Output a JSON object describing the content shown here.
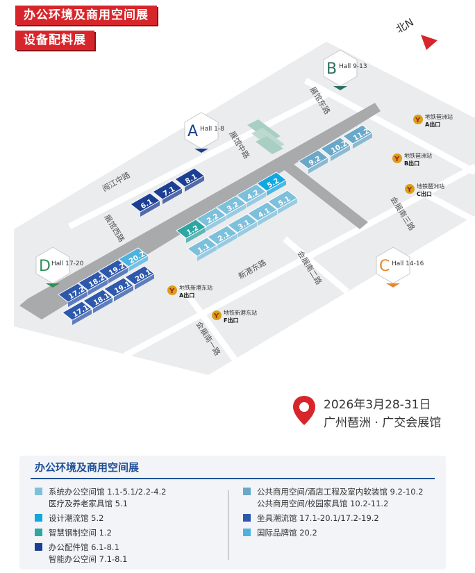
{
  "banners": [
    "办公环境及商用空间展",
    "设备配料展"
  ],
  "compass": "北N",
  "halls": [
    {
      "id": "hallA",
      "letter": "A",
      "label": "Hall 1-8",
      "color": "#1a3f8f"
    },
    {
      "id": "hallB",
      "letter": "B",
      "label": "Hall 9-13",
      "color": "#2e6f61"
    },
    {
      "id": "hallC",
      "letter": "C",
      "label": "Hall 14-16",
      "color": "#e58a2d"
    },
    {
      "id": "hallD",
      "letter": "D",
      "label": "Hall 17-20",
      "color": "#2e8f54"
    }
  ],
  "roads": {
    "north": "阅江中路",
    "south": "新港东路",
    "west_small": "展馆西路",
    "mid_small": "展馆中路",
    "east_small": "展馆东路",
    "pazhou_1": "会展南三路",
    "pazhou_2": "会展南二路",
    "pazhou_3": "会展南一路"
  },
  "stations": [
    {
      "name": "地铁琶洲站",
      "exit": "A出口"
    },
    {
      "name": "地铁琶洲站",
      "exit": "B出口"
    },
    {
      "name": "地铁琶洲站",
      "exit": "C出口"
    },
    {
      "name": "地铁新港东站",
      "exit": "A出口"
    },
    {
      "name": "地铁新港东站",
      "exit": "F出口"
    }
  ],
  "blocks": {
    "row_a1": [
      "1.1",
      "2.1",
      "3.1",
      "4.1",
      "5.1"
    ],
    "row_a2": [
      "1.2",
      "2.2",
      "3.2",
      "4.2",
      "5.2"
    ],
    "row_a3": [
      "6.1",
      "7.1",
      "8.1"
    ],
    "row_b": [
      "9.2",
      "10.2",
      "11.2"
    ],
    "row_d1": [
      "17.1",
      "18.1",
      "19.1",
      "20.1"
    ],
    "row_d2": [
      "17.2",
      "18.2",
      "19.2",
      "20.2"
    ]
  },
  "colors": {
    "light_blue": "#7cc0dc",
    "cyan": "#11a7e0",
    "teal": "#2ea6a2",
    "navy": "#1d3f93",
    "steel": "#6aa8c8",
    "royal": "#2e58ab",
    "sky": "#4db3de",
    "road": "#a9aaab",
    "ground": "#ebecee"
  },
  "event": {
    "date": "2026年3月28-31日",
    "venue": "广州琶洲 · 广交会展馆"
  },
  "legend": {
    "title": "办公环境及商用空间展",
    "left": [
      {
        "line1": "系统办公空间馆   1.1-5.1/2.2-4.2",
        "line2": "医疗及养老家具馆   5.1",
        "color": "#7cc0dc"
      },
      {
        "line1": "设计潮流馆   5.2",
        "line2": "",
        "color": "#11a7e0"
      },
      {
        "line1": "智慧钢制空间   1.2",
        "line2": "",
        "color": "#2ea6a2"
      },
      {
        "line1": "办公配件馆   6.1-8.1",
        "line2": "智能办公空间   7.1-8.1",
        "color": "#1d3f93"
      }
    ],
    "right": [
      {
        "line1": "公共商用空间/酒店工程及室内软装馆   9.2-10.2",
        "line2": "公共商用空间/校园家具馆   10.2-11.2",
        "color": "#6aa8c8"
      },
      {
        "line1": "坐具潮流馆   17.1-20.1/17.2-19.2",
        "line2": "",
        "color": "#2e58ab"
      },
      {
        "line1": "国际品牌馆   20.2",
        "line2": "",
        "color": "#4db3de"
      }
    ]
  }
}
